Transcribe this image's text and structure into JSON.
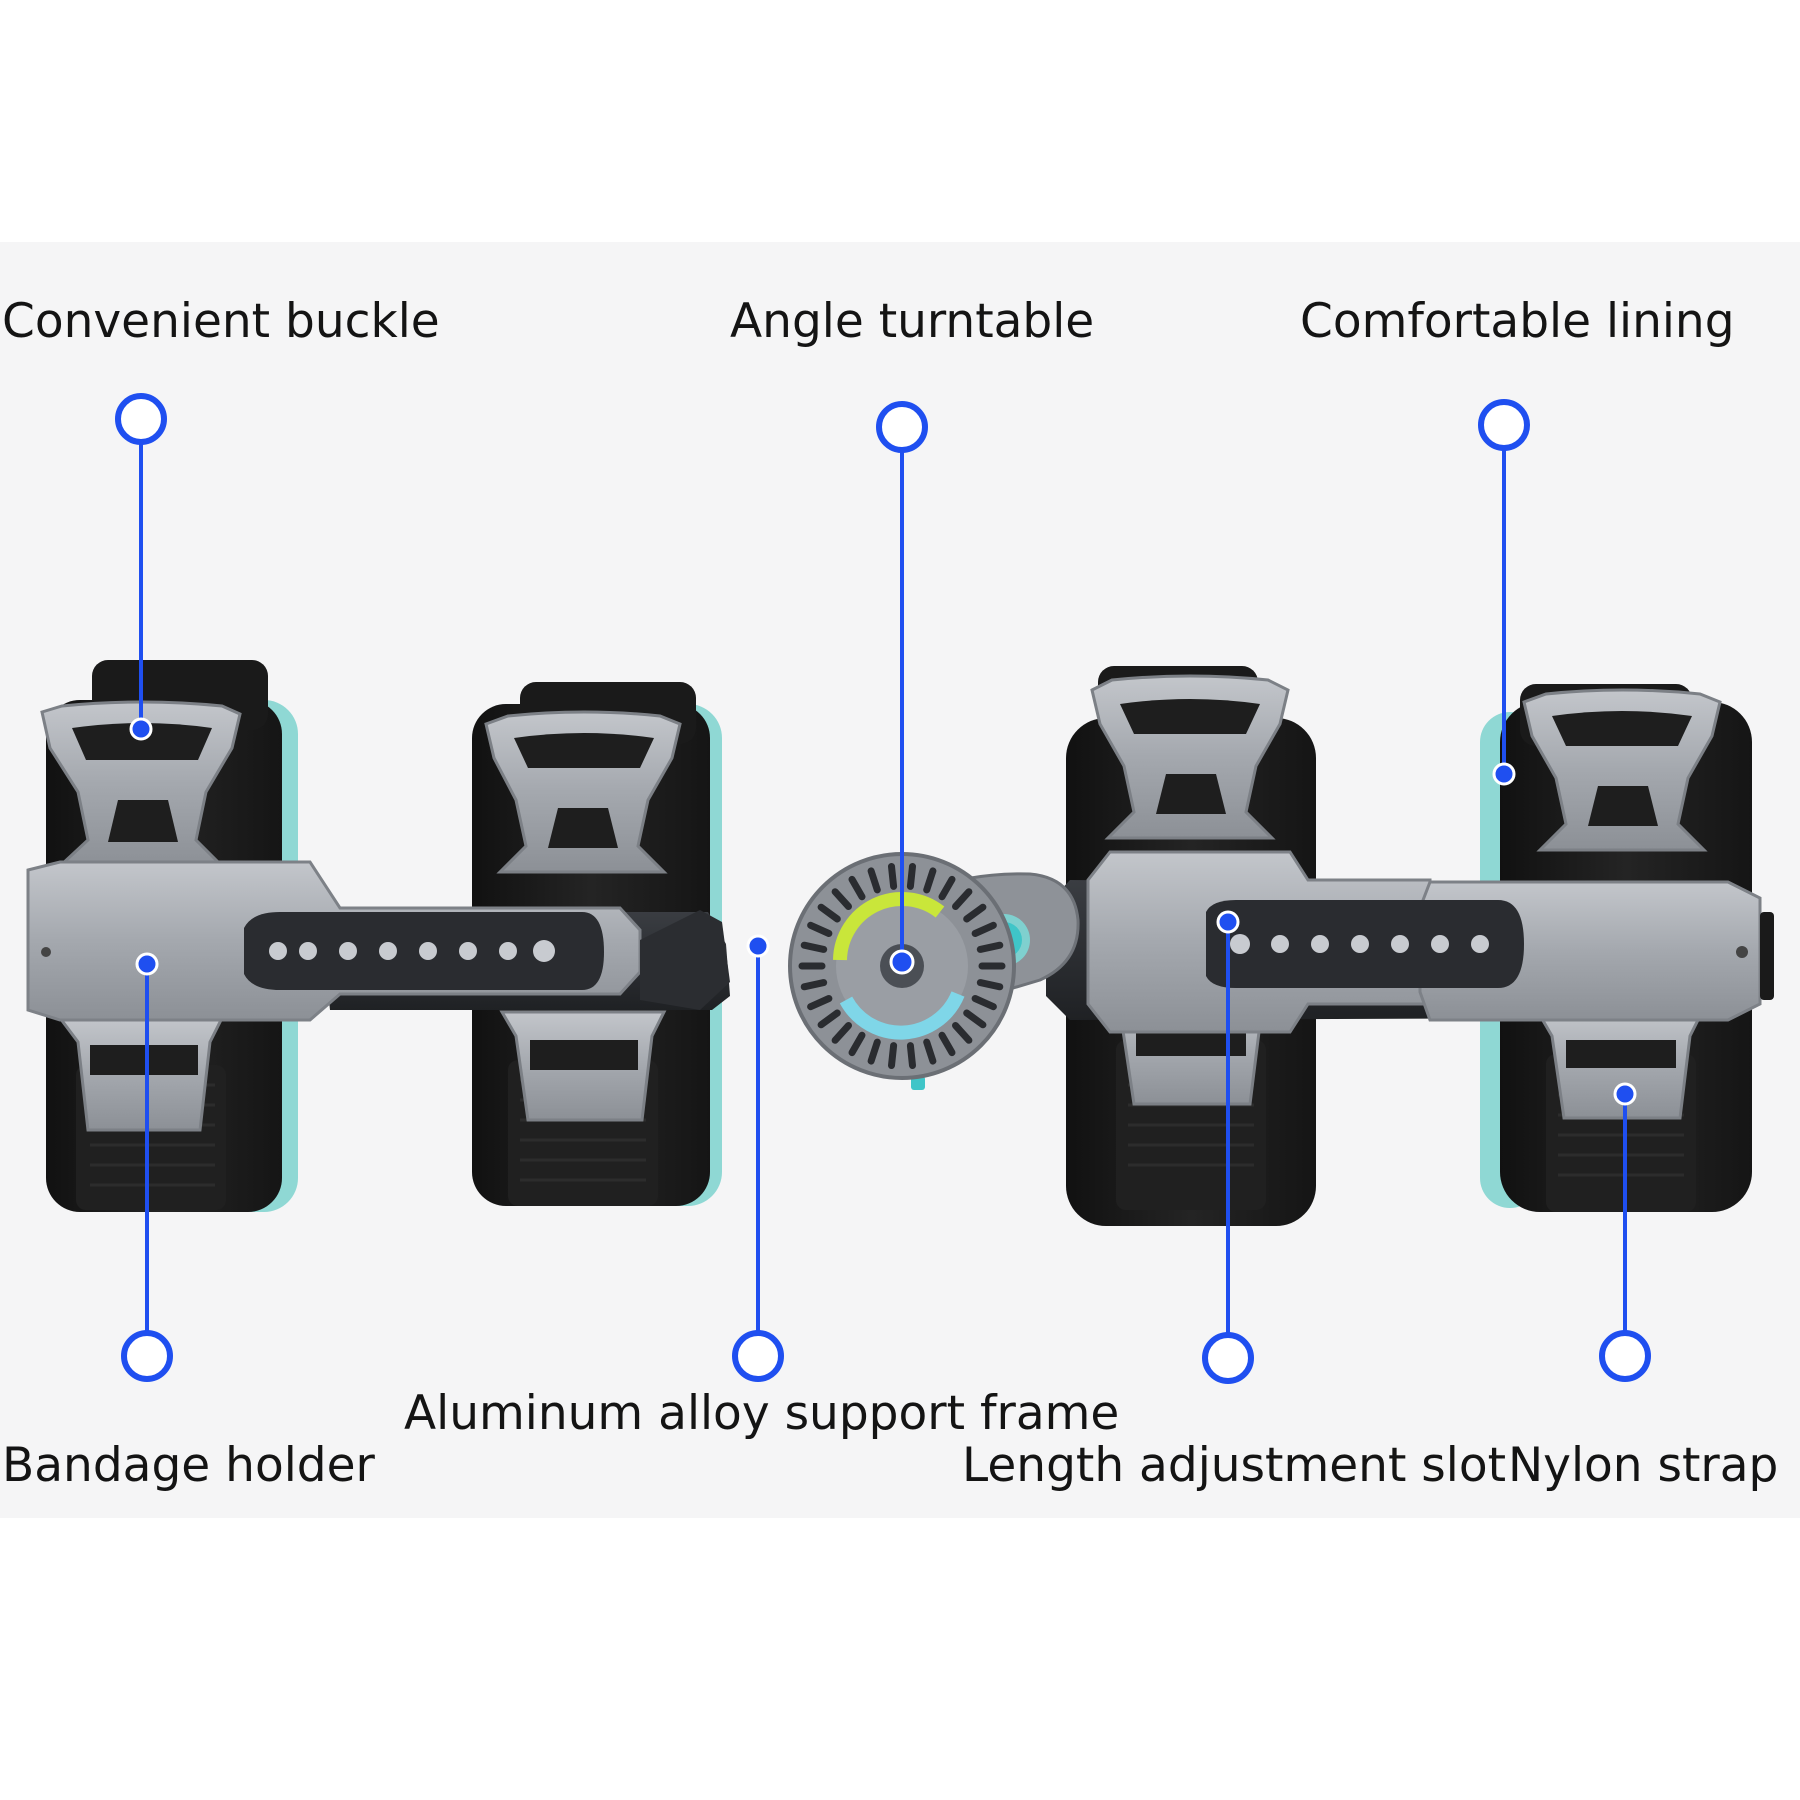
{
  "labels": {
    "convenient_buckle": "Convenient buckle",
    "angle_turntable": "Angle turntable",
    "comfortable_lining": "Comfortable lining",
    "bandage_holder": "Bandage holder",
    "aluminum_frame": "Aluminum alloy support frame",
    "length_slot": "Length adjustment slot",
    "nylon_strap": "Nylon strap"
  },
  "colors": {
    "background": "#ffffff",
    "panel": "#f5f5f6",
    "callout": "#1f4ff0",
    "pad": "#1b1b1b",
    "lining": "#8fd8d4",
    "metal": "#a9adb3",
    "metal_dark": "#6d7178",
    "dial_accent": "#c9e63a",
    "dial_blue": "#7fd6e8",
    "knob": "#3fc5c8",
    "text": "#141414"
  },
  "icons": {
    "callout_marker": "hollow-circle-icon",
    "callout_anchor": "filled-dot-icon"
  }
}
